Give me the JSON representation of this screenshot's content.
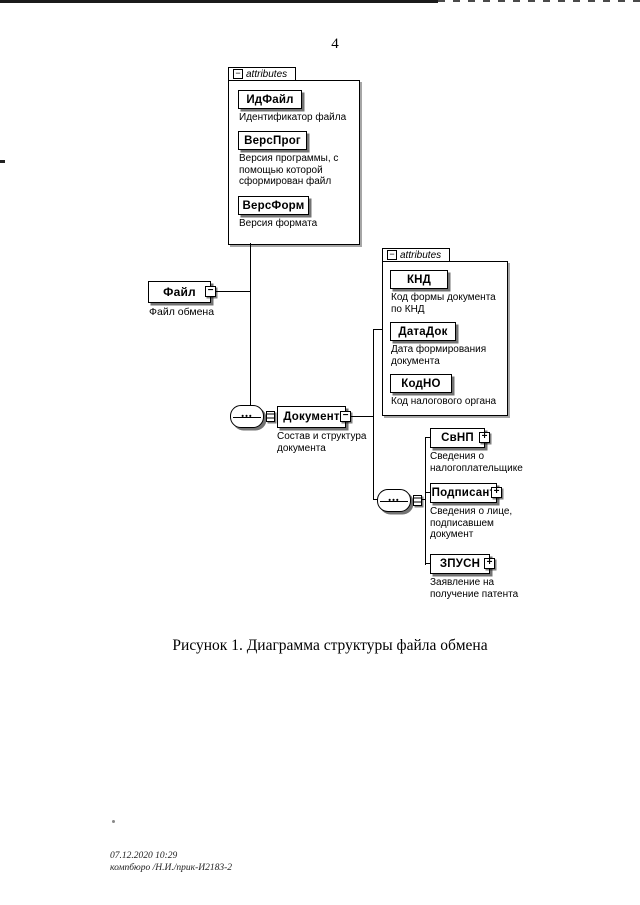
{
  "page": {
    "number": "4",
    "caption": "Рисунок 1. Диаграмма структуры файла обмена"
  },
  "footer": {
    "line1": "07.12.2020 10:29",
    "line2": "компбюро /Н.И./прик-И2183-2"
  },
  "icons": {
    "collapse": "−",
    "expand": "+",
    "attributes_collapse": "−",
    "sequence_dots": "•••"
  },
  "diagram": {
    "attr_groups": [
      {
        "header": "attributes",
        "attributes": [
          {
            "name": "ИдФайл",
            "desc": "Идентификатор файла"
          },
          {
            "name": "ВерсПрог",
            "desc": "Версия программы, с помощью которой сформирован файл"
          },
          {
            "name": "ВерсФорм",
            "desc": "Версия формата"
          }
        ]
      },
      {
        "header": "attributes",
        "attributes": [
          {
            "name": "КНД",
            "desc": "Код формы документа по КНД"
          },
          {
            "name": "ДатаДок",
            "desc": "Дата формирования документа"
          },
          {
            "name": "КодНО",
            "desc": "Код налогового органа"
          }
        ]
      }
    ],
    "elements": [
      {
        "name": "Файл",
        "desc": "Файл обмена",
        "state": "expanded"
      },
      {
        "name": "Документ",
        "desc": "Состав и структура документа",
        "state": "expanded"
      },
      {
        "name": "СвНП",
        "desc": "Сведения о налогоплательщике",
        "state": "collapsed"
      },
      {
        "name": "Подписант",
        "desc": "Сведения о лице, подписавшем документ",
        "state": "collapsed"
      },
      {
        "name": "ЗПУСН",
        "desc": "Заявление на получение патента",
        "state": "collapsed"
      }
    ]
  }
}
